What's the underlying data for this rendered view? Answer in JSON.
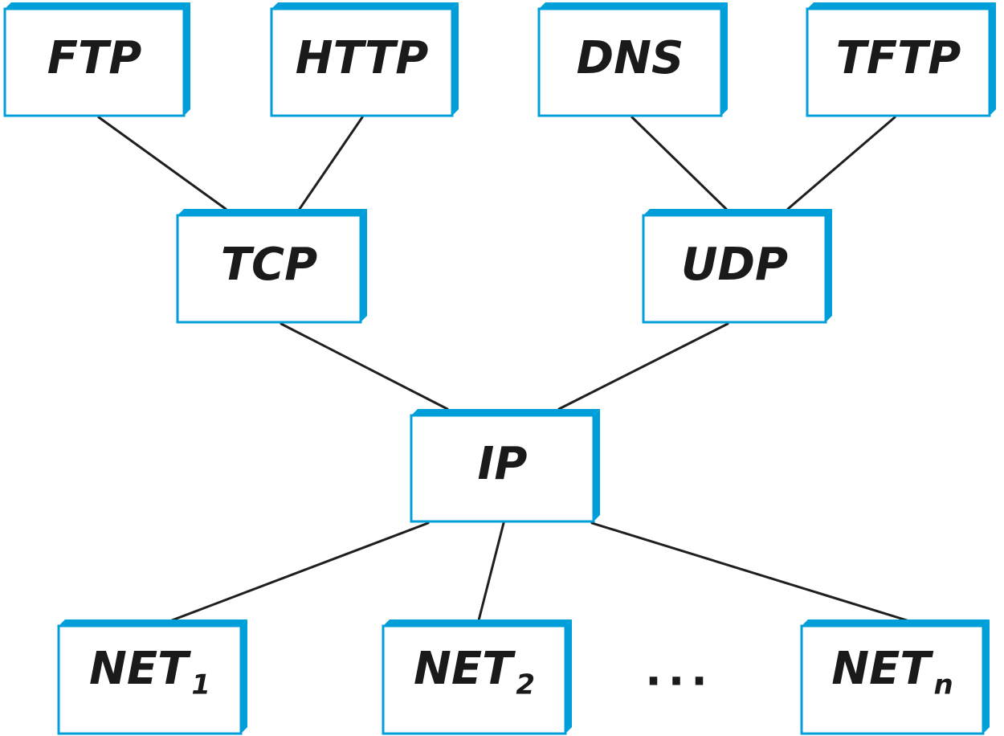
{
  "colors": {
    "accent": "#009fd9",
    "line": "#1f1f1f",
    "text": "#1a1a1a"
  },
  "application_layer": {
    "ftp": "FTP",
    "http": "HTTP",
    "dns": "DNS",
    "tftp": "TFTP"
  },
  "transport_layer": {
    "tcp": "TCP",
    "udp": "UDP"
  },
  "network_layer": {
    "ip": "IP"
  },
  "network_interfaces": {
    "net1_main": "NET",
    "net1_sub": "1",
    "net2_main": "NET",
    "net2_sub": "2",
    "netn_main": "NET",
    "netn_sub": "n",
    "ellipsis": "..."
  }
}
